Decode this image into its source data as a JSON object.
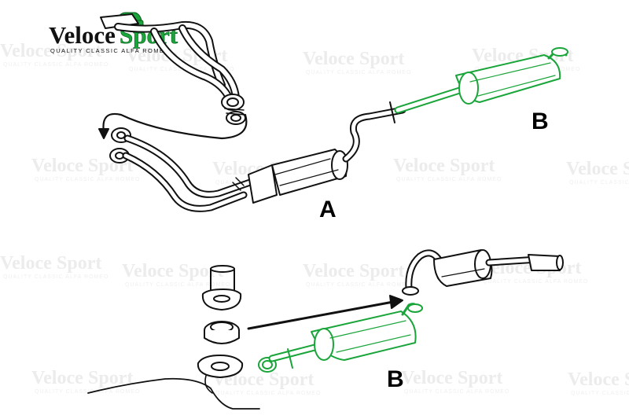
{
  "logo": {
    "name_part1": "Veloce",
    "name_part2": "Sport",
    "tagline": "QUALITY CLASSIC ALFA ROMEO"
  },
  "watermark": {
    "name_part1": "Veloce",
    "name_part2": "Sport",
    "tagline": "QUALITY CLASSIC ALFA ROMEO"
  },
  "callouts": {
    "top_front_section": "A",
    "top_rear_section": "B",
    "bottom_rear_section": "B"
  },
  "colors": {
    "highlight_part": "#1aa53a",
    "line_art": "#111111",
    "brand_green": "#1aa53a",
    "watermark": "#ececec"
  }
}
